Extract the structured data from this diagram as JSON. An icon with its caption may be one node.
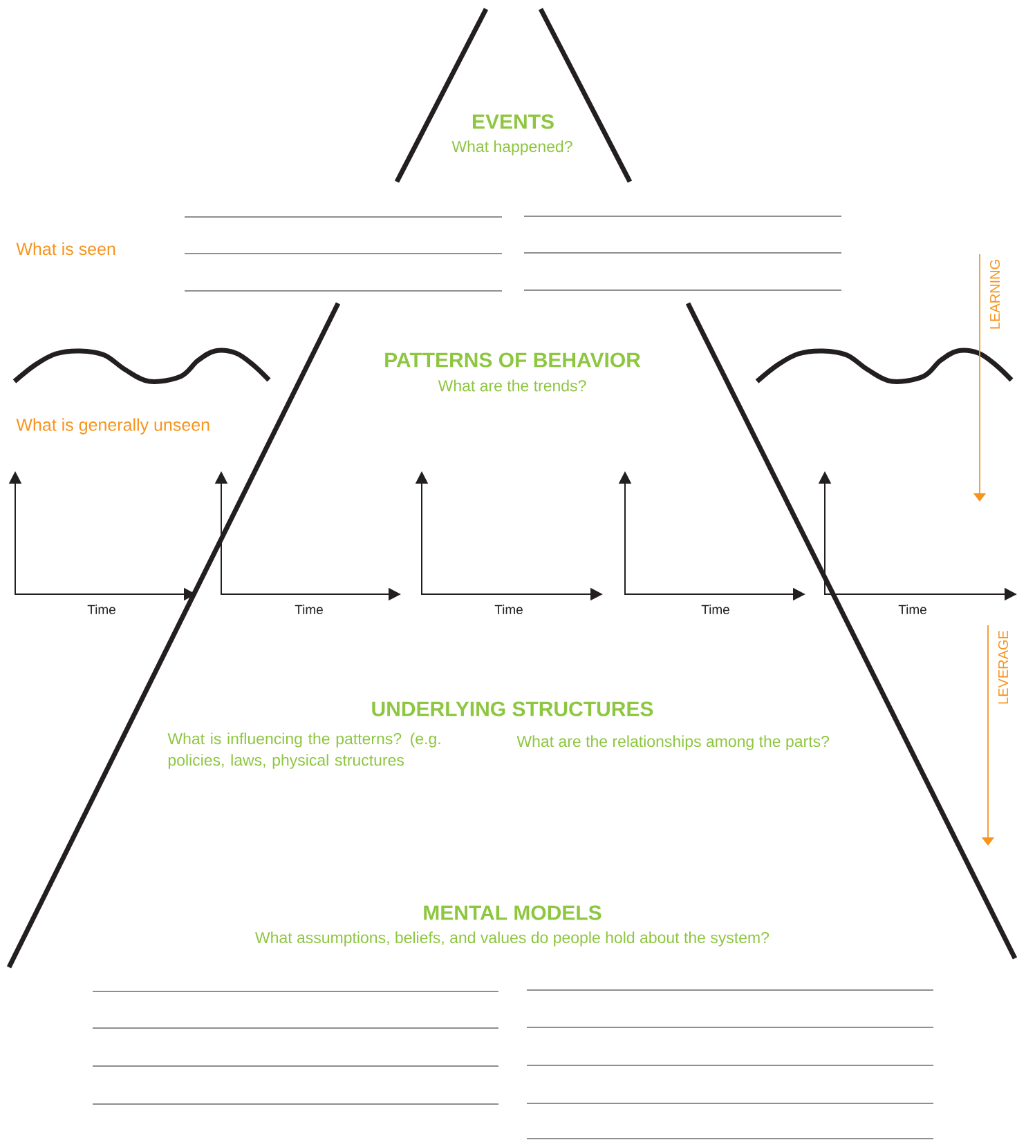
{
  "diagram": {
    "labels": [
      "EVENTS",
      "What happened?",
      "What is seen",
      "LEARNING",
      "PATTERNS OF BEHAVIOR",
      "What are the trends?",
      "What is generally unseen",
      "Time",
      "Time",
      "Time",
      "Time",
      "Time",
      "LEVERAGE",
      "UNDERLYING STRUCTURES",
      "What is influencing the patterns? (e.g. policies, laws, physical structures",
      "What are the relationships among the parts?",
      "MENTAL MODELS",
      "What assumptions, beliefs, and values do people hold about the system?"
    ]
  }
}
